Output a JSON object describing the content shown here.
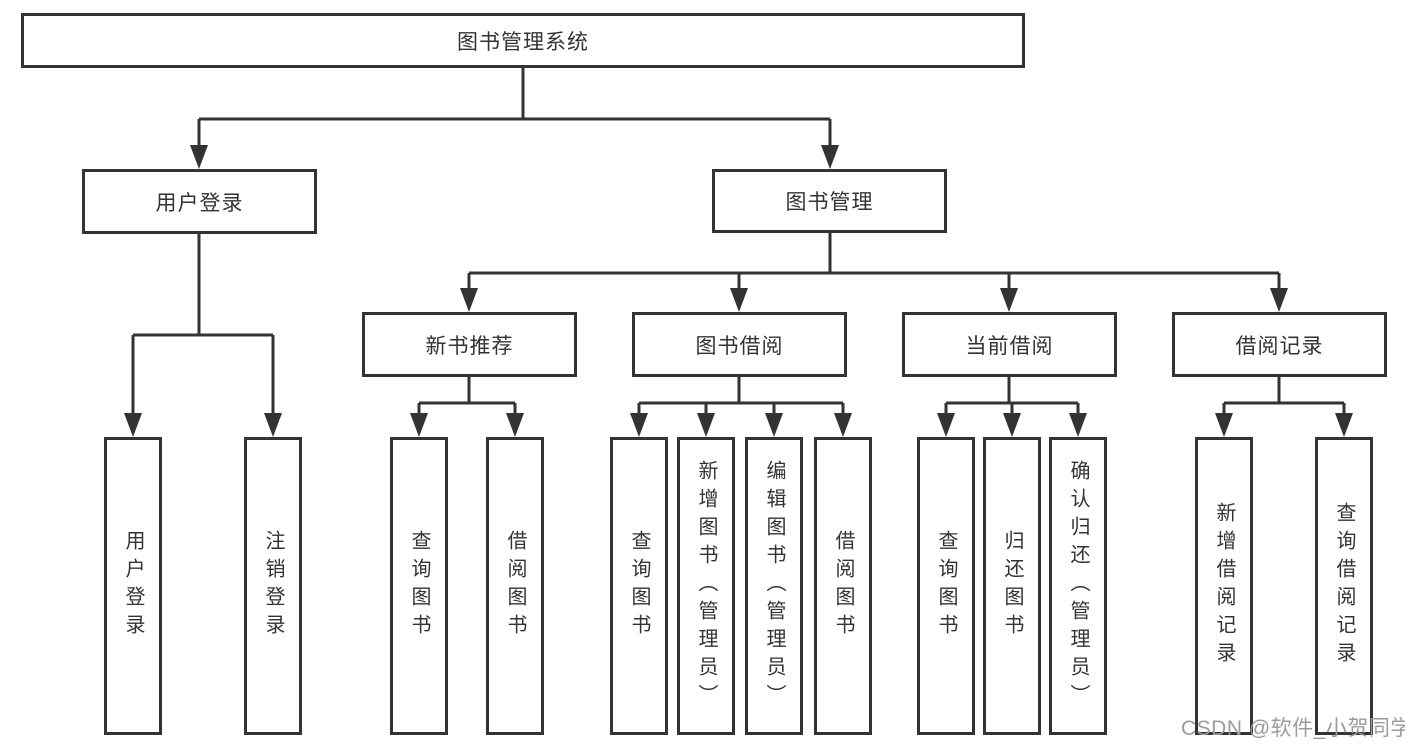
{
  "diagram": {
    "title_note": "functional structure tree",
    "tree": {
      "root": {
        "label": "图书管理系统",
        "children": [
          {
            "label": "用户登录",
            "children": [
              {
                "label": "用户登录"
              },
              {
                "label": "注销登录"
              }
            ]
          },
          {
            "label": "图书管理",
            "children": [
              {
                "label": "新书推荐",
                "children": [
                  {
                    "label": "查询图书"
                  },
                  {
                    "label": "借阅图书"
                  }
                ]
              },
              {
                "label": "图书借阅",
                "children": [
                  {
                    "label": "查询图书"
                  },
                  {
                    "label": "新增图书（管理员）"
                  },
                  {
                    "label": "编辑图书（管理员）"
                  },
                  {
                    "label": "借阅图书"
                  }
                ]
              },
              {
                "label": "当前借阅",
                "children": [
                  {
                    "label": "查询图书"
                  },
                  {
                    "label": "归还图书"
                  },
                  {
                    "label": "确认归还（管理员）"
                  }
                ]
              },
              {
                "label": "借阅记录",
                "children": [
                  {
                    "label": "新增借阅记录"
                  },
                  {
                    "label": "查询借阅记录"
                  }
                ]
              }
            ]
          }
        ]
      }
    },
    "colors": {
      "line": "#333333",
      "box_border": "#333333",
      "text": "#333333",
      "background": "#ffffff",
      "watermark": "#9b9b9b"
    }
  },
  "watermark": {
    "text": "CSDN @软件_小贺同学"
  }
}
